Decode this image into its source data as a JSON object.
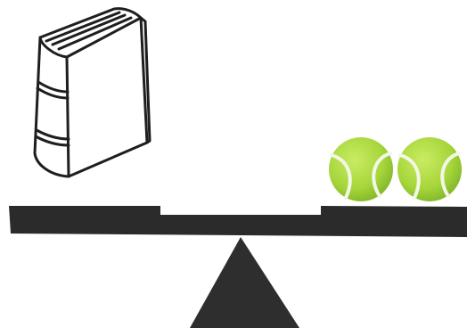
{
  "scene": {
    "left_pan": {
      "object": "book",
      "count": 1
    },
    "right_pan": {
      "object": "tennis-ball",
      "count": 2
    },
    "fulcrum": "triangle"
  },
  "colors": {
    "background": "#ffffff",
    "beam": "#2b2b2b",
    "fulcrum": "#2e2e2e",
    "book_outline": "#1e1e1e",
    "ball_fill": "#a6d53a",
    "ball_shade": "#7fb52a",
    "ball_seam": "#f2f7e6"
  },
  "icons": [
    "book-icon",
    "tennis-ball-icon"
  ]
}
